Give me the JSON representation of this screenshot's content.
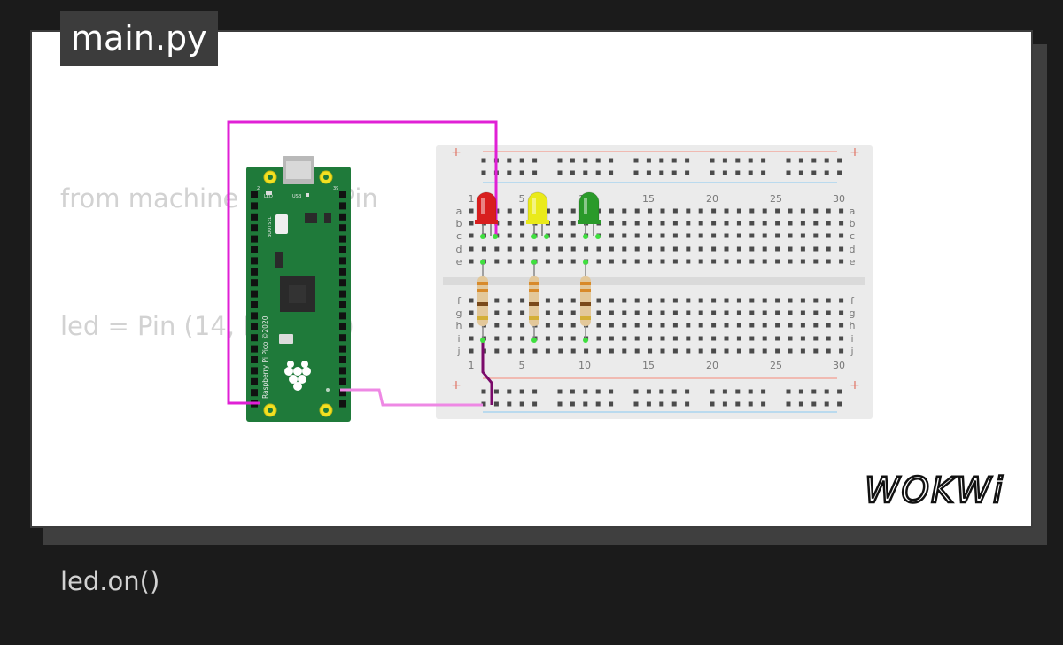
{
  "tab": {
    "filename": "main.py"
  },
  "code": {
    "lines": [
      "from machine import Pin",
      "led = Pin (14, Pin.OUT)",
      "",
      "led.on()"
    ]
  },
  "pico": {
    "label_led": "LED",
    "label_usb": "USB",
    "label_bootsel": "BOOTSEL",
    "silkscreen": "Raspberry Pi Pico ©2020",
    "pin_top_left": "2",
    "pin_top_right": "39"
  },
  "breadboard": {
    "column_numbers": [
      "1",
      "5",
      "10",
      "15",
      "20",
      "25",
      "30"
    ],
    "rows_top": [
      "a",
      "b",
      "c",
      "d",
      "e"
    ],
    "rows_bottom": [
      "f",
      "g",
      "h",
      "i",
      "j"
    ],
    "rail_plus": "+"
  },
  "leds": [
    {
      "color": "red",
      "fill": "#d81e1e"
    },
    {
      "color": "yellow",
      "fill": "#eaea1a"
    },
    {
      "color": "green",
      "fill": "#2a9a2a"
    }
  ],
  "wires": {
    "signal_color": "#e020d6",
    "ground_color": "#7a0a6a",
    "ground_light": "#ee88e4"
  },
  "brand": {
    "logo_text": "WOKWi"
  }
}
